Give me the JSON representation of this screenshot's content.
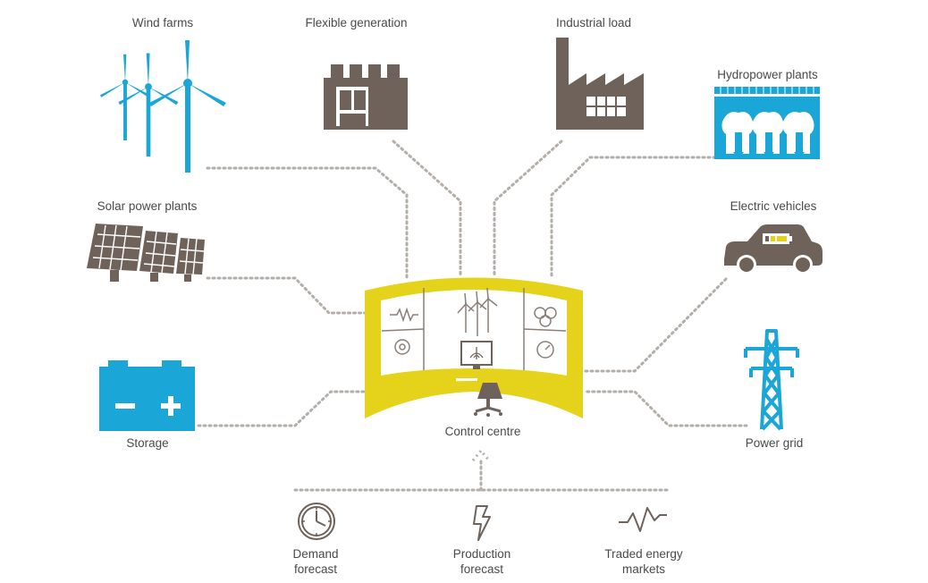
{
  "colors": {
    "blue": "#1aa7d8",
    "grey": "#6f625b",
    "yellow": "#e4d21b",
    "line": "#b4aea9"
  },
  "nodes": {
    "wind_farms": {
      "label": "Wind farms",
      "icon": "wind-turbine-icon"
    },
    "flexible_generation": {
      "label": "Flexible generation",
      "icon": "power-plant-icon"
    },
    "industrial_load": {
      "label": "Industrial load",
      "icon": "factory-icon"
    },
    "hydropower_plants": {
      "label": "Hydropower plants",
      "icon": "hydro-dam-icon"
    },
    "solar_power_plants": {
      "label": "Solar power plants",
      "icon": "solar-panel-icon"
    },
    "electric_vehicles": {
      "label": "Electric vehicles",
      "icon": "electric-car-icon"
    },
    "storage": {
      "label": "Storage",
      "icon": "battery-icon"
    },
    "power_grid": {
      "label": "Power grid",
      "icon": "transmission-tower-icon"
    },
    "control_centre": {
      "label": "Control centre",
      "icon": "control-room-icon"
    }
  },
  "forecasts": [
    {
      "label": "Demand forecast",
      "icon": "clock-icon"
    },
    {
      "label": "Production forecast",
      "icon": "lightning-icon"
    },
    {
      "label": "Traded energy markets",
      "icon": "price-chart-icon"
    }
  ]
}
